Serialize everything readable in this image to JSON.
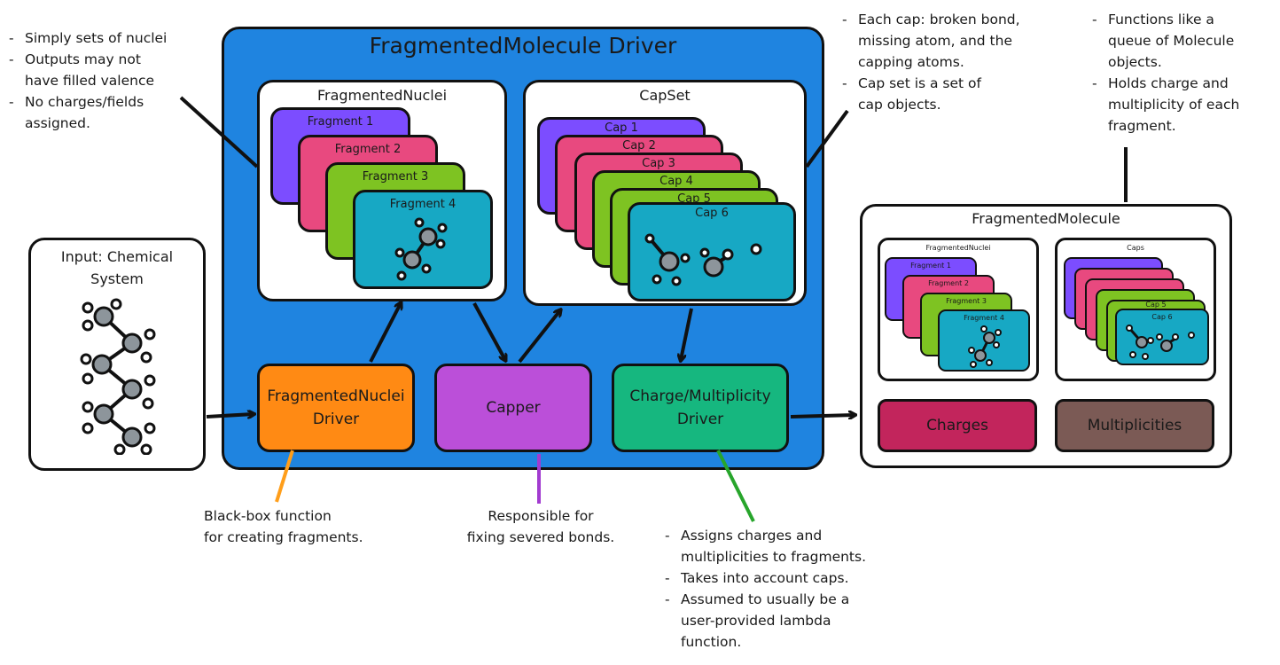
{
  "colors": {
    "driver_bg": "#1f84e0",
    "frag1": "#7c4dff",
    "frag2": "#e8497f",
    "frag3": "#7ec322",
    "frag4": "#17a8c4",
    "nuclei_driver": "#ff8a14",
    "capper": "#bb4fd9",
    "charge_driver": "#16b77f",
    "charges": "#c2255c",
    "multiplicities": "#7b5a55",
    "orange_line": "#ff9e1a",
    "purple_line": "#a23bd0",
    "green_line": "#27a52b"
  },
  "input": {
    "title_line1": "Input: Chemical",
    "title_line2": "System",
    "icon": "molecule-chain-icon"
  },
  "driver": {
    "title": "FragmentedMolecule Driver",
    "nuclei_panel": {
      "title": "FragmentedNuclei",
      "fragments": [
        "Fragment 1",
        "Fragment 2",
        "Fragment 3",
        "Fragment 4"
      ]
    },
    "capset_panel": {
      "title": "CapSet",
      "caps": [
        "Cap 1",
        "Cap 2",
        "Cap 3",
        "Cap 4",
        "Cap 5",
        "Cap 6"
      ]
    },
    "nuclei_driver_line1": "FragmentedNuclei",
    "nuclei_driver_line2": "Driver",
    "capper": "Capper",
    "charge_driver_line1": "Charge/Multiplicity",
    "charge_driver_line2": "Driver"
  },
  "output": {
    "title": "FragmentedMolecule",
    "nuclei_panel": {
      "title": "FragmentedNuclei",
      "fragments": [
        "Fragment 1",
        "Fragment 2",
        "Fragment 3",
        "Fragment 4"
      ]
    },
    "caps_panel": {
      "title": "Caps",
      "caps": [
        "Cap 6"
      ],
      "partial_labels": [
        "Cap 5"
      ]
    },
    "charges": "Charges",
    "multiplicities": "Multiplicities"
  },
  "notes": {
    "nuclei": [
      [
        "Simply sets of nuclei"
      ],
      [
        "Outputs may not",
        "have filled valence"
      ],
      [
        "No charges/fields",
        "assigned."
      ]
    ],
    "caps": [
      [
        "Each cap: broken bond,",
        "missing atom, and the",
        "capping atoms."
      ],
      [
        "Cap set is a set of",
        "cap objects."
      ]
    ],
    "molecule": [
      [
        "Functions like a",
        "queue of Molecule",
        "objects."
      ],
      [
        "Holds charge and",
        "multiplicity of each",
        "fragment."
      ]
    ],
    "nuclei_driver": [
      "Black-box function",
      "for creating fragments."
    ],
    "capper": [
      "Responsible for",
      "fixing severed bonds."
    ],
    "charge_driver": [
      [
        "Assigns charges and",
        "multiplicities to fragments."
      ],
      [
        "Takes into account caps."
      ],
      [
        "Assumed to usually be a",
        "user-provided lambda",
        "function."
      ]
    ]
  }
}
